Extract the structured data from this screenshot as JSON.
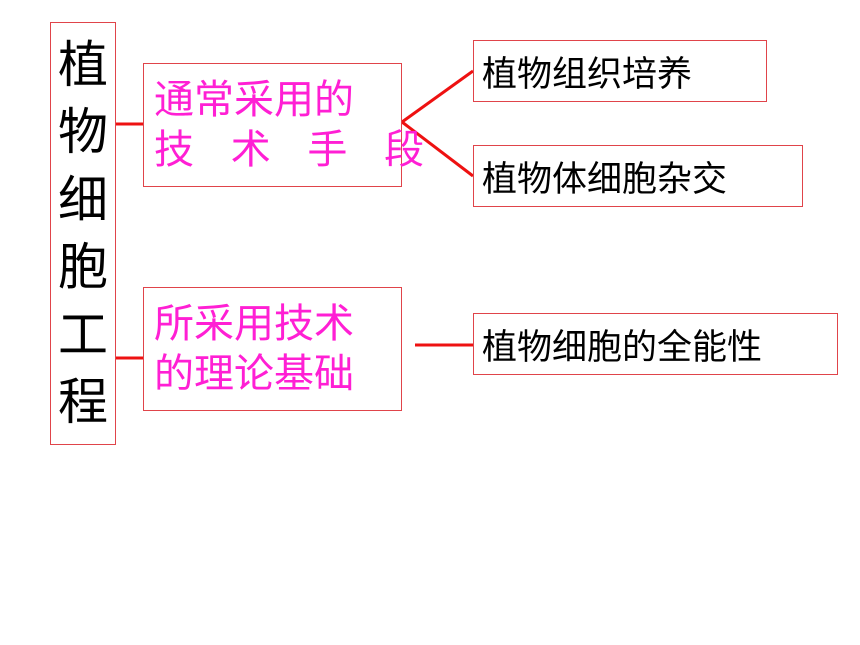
{
  "root": {
    "chars": [
      "植",
      "物",
      "细",
      "胞",
      "工",
      "程"
    ]
  },
  "branches": [
    {
      "lines": [
        "通常采用的",
        "技 术 手 段"
      ],
      "leaves": [
        "植物组织培养",
        "植物体细胞杂交"
      ]
    },
    {
      "lines": [
        "所采用技术",
        "的理论基础"
      ],
      "leaves": [
        "植物细胞的全能性"
      ]
    }
  ],
  "colors": {
    "border": "#e0444a",
    "connector": "#ee1111",
    "branch_text": "#ff1fd4",
    "leaf_text": "#000000"
  }
}
